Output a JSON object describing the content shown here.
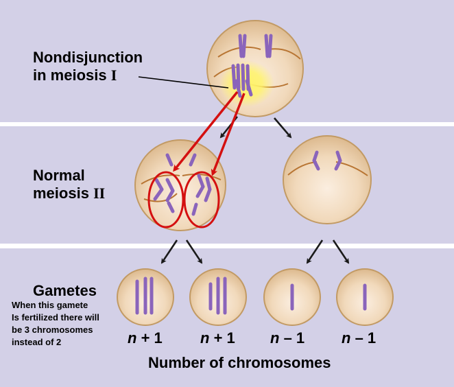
{
  "labels": {
    "nondisjunction_line1": "Nondisjunction",
    "nondisjunction_line2": "in meiosis",
    "nondisjunction_roman": "I",
    "normal_line1": "Normal",
    "normal_line2": "meiosis",
    "normal_roman": "II",
    "gametes": "Gametes",
    "note_line1": "When this gamete",
    "note_line2": "Is fertilized there will",
    "note_line3": "be 3 chromosomes",
    "note_line4": "instead of 2",
    "x_title": "Number of chromosomes"
  },
  "gamete_counts": [
    {
      "var": "n",
      "op": "+ 1"
    },
    {
      "var": "n",
      "op": "+ 1"
    },
    {
      "var": "n",
      "op": "– 1"
    },
    {
      "var": "n",
      "op": "– 1"
    }
  ],
  "colors": {
    "band": "#d3d0e7",
    "cell_fill": "#f3dcc0",
    "cell_edge": "#c29a64",
    "spindle": "#b87533",
    "chromosome": "#8a64bb",
    "highlight_arrow": "#d41010",
    "arrow": "#1a1a1a"
  }
}
